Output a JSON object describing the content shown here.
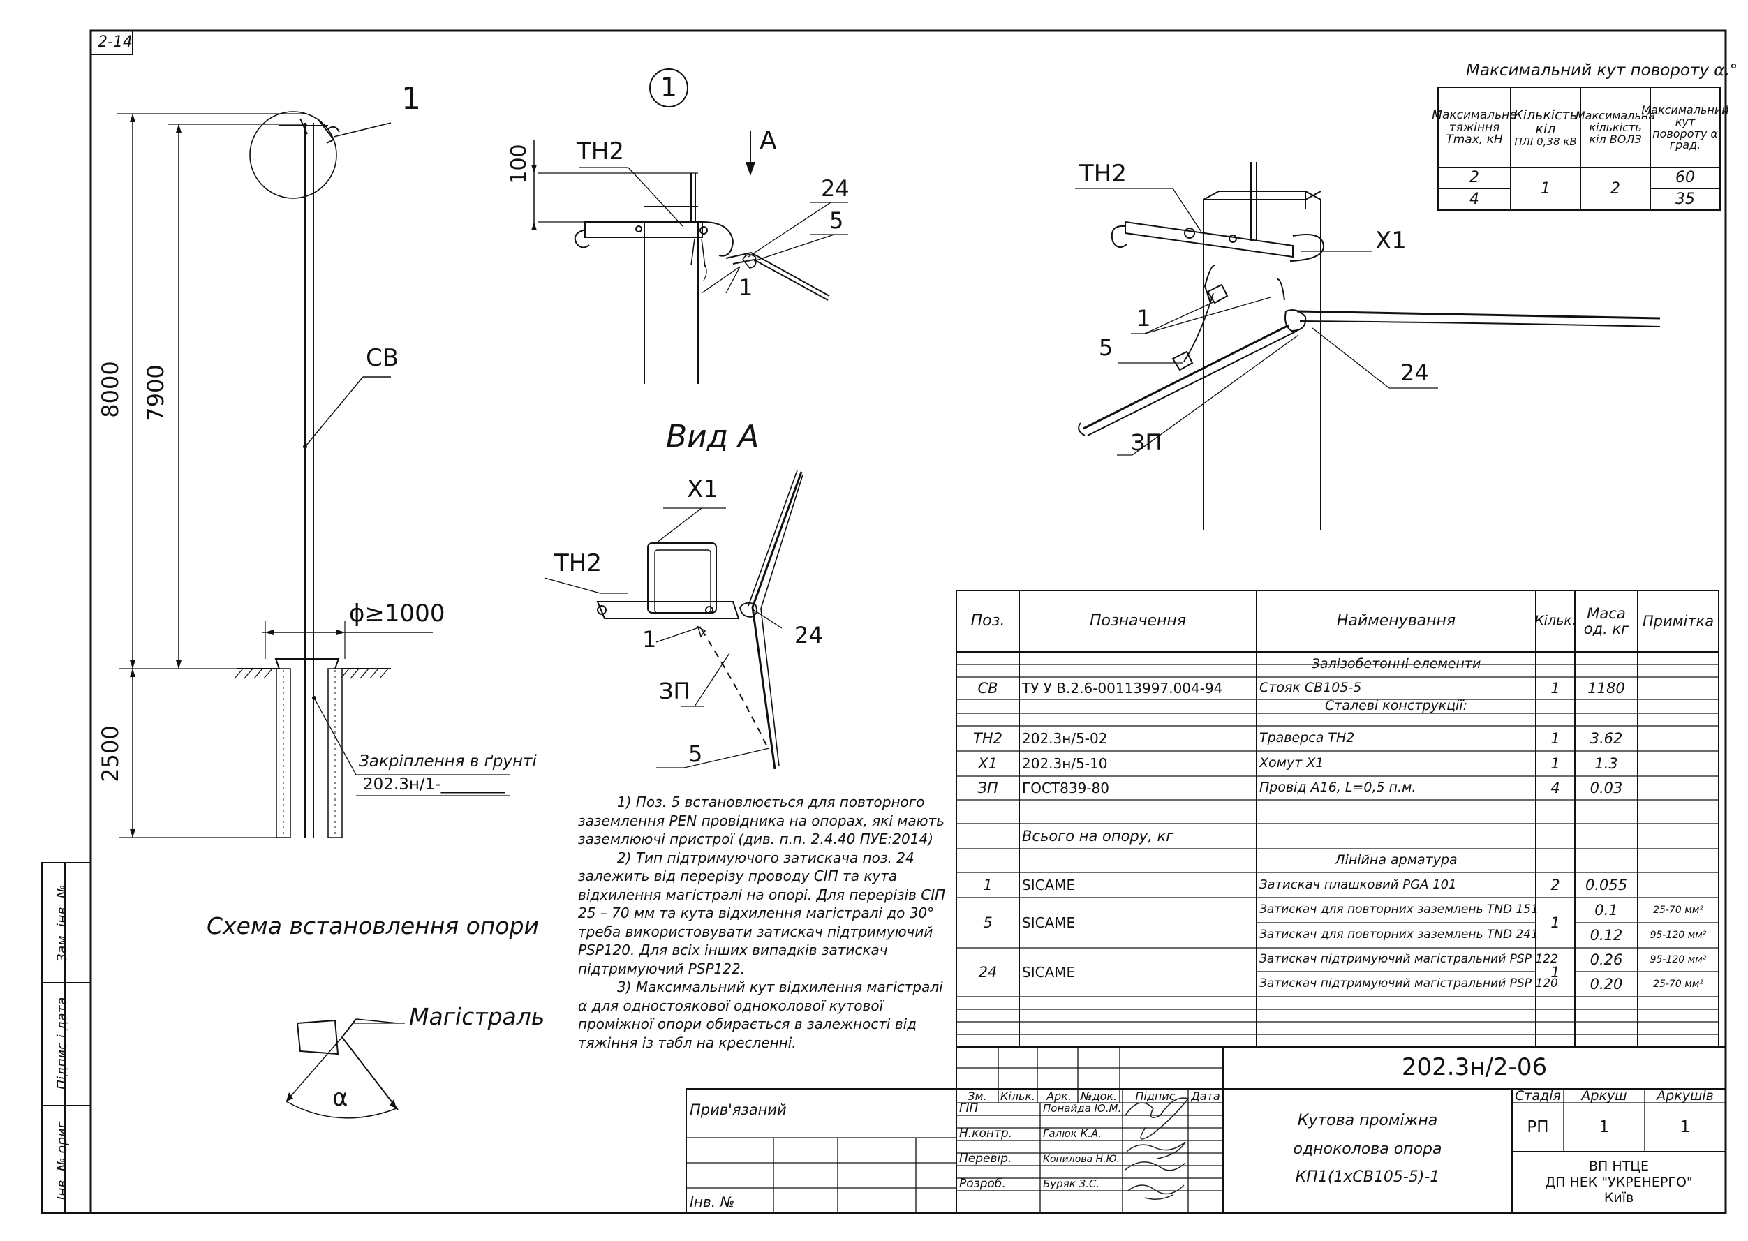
{
  "sheet_id": "2-14",
  "left_drawing": {
    "callout_1": "1",
    "dim_8000": "8000",
    "dim_7900": "7900",
    "dim_2500": "2500",
    "label_sv": "СВ",
    "diameter": "ϕ≥1000",
    "anchoring_label": "Закріплення в ґрунті",
    "anchoring_ref": "202.3н/1-________",
    "caption": "Схема встановлення опори",
    "main_line_label": "Магістраль",
    "alpha": "α"
  },
  "detail_1": {
    "circle_number": "1",
    "view_arrow": "А",
    "dim_100": "100",
    "th2": "ТН2",
    "pos_24": "24",
    "pos_5": "5",
    "pos_1": "1"
  },
  "view_a": {
    "title": "Вид А",
    "x1": "Х1",
    "th2": "ТН2",
    "pos_1": "1",
    "pos_24": "24",
    "zp": "ЗП",
    "pos_5": "5"
  },
  "iso_view": {
    "th2": "ТН2",
    "x1": "Х1",
    "pos_1": "1",
    "pos_5": "5",
    "pos_24": "24",
    "zp": "ЗП"
  },
  "angle_table": {
    "title": "Максимальний кут повороту α,°",
    "headers": [
      "Максимальне тяжіння Тmax, кН",
      "Кількість кіл ПЛІ 0,38 кВ",
      "Максимальна кількість кіл ВОЛЗ",
      "Максимальний кут повороту α град."
    ],
    "header_lines": [
      [
        "Максимальне",
        "тяжіння",
        "Тmax, кН"
      ],
      [
        "Кількість",
        "кіл",
        "ПЛІ 0,38 кВ"
      ],
      [
        "Максимальна",
        "кількість",
        "кіл ВОЛЗ"
      ],
      [
        "Максимальний",
        "кут",
        "повороту α",
        "град."
      ]
    ],
    "rows": [
      {
        "tension": "2",
        "circuits": "1",
        "fiber": "2",
        "angle": "60"
      },
      {
        "tension": "4",
        "circuits": "",
        "fiber": "",
        "angle": "35"
      }
    ]
  },
  "notes": [
    "1) Поз. 5 встановлюється для повторного заземлення PEN провідника на опорах, які мають заземлюючі пристрої (див. п.п. 2.4.40 ПУЕ:2014)",
    "2) Тип підтримуючого затискача поз. 24 залежить від перерізу проводу СІП та кута відхилення магістралі на опорі. Для перерізів СІП 25 – 70 мм та кута відхилення магістралі до 30° треба використовувати затискач підтримуючий PSP120. Для всіх інших випадків затискач підтримуючий PSP122.",
    "3) Максимальний кут відхилення магістралі α для одностоякової одноколової кутової проміжної опори обирається в залежності від тяжіння із табл на кресленні."
  ],
  "spec_table": {
    "headers": {
      "pos": "Поз.",
      "designation": "Позначення",
      "name": "Найменування",
      "qty": "Кільк.",
      "mass": "Маса од. кг",
      "mass_l1": "Маса",
      "mass_l2": "од. кг",
      "note": "Примітка"
    },
    "section_concrete": "Залізобетонні елементи",
    "section_steel": "Сталеві конструкції:",
    "section_fittings": "Лінійна арматура",
    "rows_concrete": [
      {
        "pos": "СВ",
        "designation": "ТУ У В.2.6-00113997.004-94",
        "name": "Стояк СВ105-5",
        "qty": "1",
        "mass": "1180",
        "note": ""
      }
    ],
    "rows_steel": [
      {
        "pos": "ТН2",
        "designation": "202.3н/5-02",
        "name": "Траверса ТН2",
        "qty": "1",
        "mass": "3.62",
        "note": ""
      },
      {
        "pos": "Х1",
        "designation": "202.3н/5-10",
        "name": "Хомут Х1",
        "qty": "1",
        "mass": "1.3",
        "note": ""
      },
      {
        "pos": "ЗП",
        "designation": "ГОСТ839-80",
        "name": "Провід А16, L=0,5 п.м.",
        "qty": "4",
        "mass": "0.03",
        "note": ""
      }
    ],
    "total_label": "Всього на опору, кг",
    "rows_fittings": [
      {
        "pos": "1",
        "designation": "SICAME",
        "name": "Затискач плашковий PGA 101",
        "qty": "2",
        "mass": "0.055",
        "note": ""
      },
      {
        "pos": "5",
        "designation": "SICAME",
        "name": "Затискач для повторних заземлень TND 151",
        "qty": "1",
        "mass": "0.1",
        "note": "25-70 мм²"
      },
      {
        "pos": "",
        "designation": "",
        "name": "Затискач для повторних заземлень TND 241",
        "qty": "",
        "mass": "0.12",
        "note": "95-120 мм²"
      },
      {
        "pos": "24",
        "designation": "SICAME",
        "name": "Затискач підтримуючий магістральний PSP 122",
        "qty": "1",
        "mass": "0.26",
        "note": "95-120 мм²"
      },
      {
        "pos": "",
        "designation": "",
        "name": "Затискач підтримуючий магістральний PSP 120",
        "qty": "",
        "mass": "0.20",
        "note": "25-70 мм²"
      }
    ]
  },
  "title_block": {
    "doc_number": "202.3н/2-06",
    "linked": "Прив'язаний",
    "inv_no": "Інв. №",
    "col_headers": [
      "Зм.",
      "Кільк.",
      "Арк.",
      "№док.",
      "Підпис",
      "Дата"
    ],
    "roles": [
      {
        "role": "ГІП",
        "name": "Понайда Ю.М."
      },
      {
        "role": "Н.контр.",
        "name": "Галюк К.А."
      },
      {
        "role": "Перевір.",
        "name": "Копилова Н.Ю."
      },
      {
        "role": "Розроб.",
        "name": "Буряк З.С."
      }
    ],
    "drawing_title_lines": [
      "Кутова проміжна",
      "одноколова опора",
      "КП1(1хСВ105-5)-1"
    ],
    "stage_label": "Стадія",
    "sheet_label": "Аркуш",
    "sheets_label": "Аркушів",
    "stage": "РП",
    "sheet": "1",
    "sheets": "1",
    "org_lines": [
      "ВП НТЦЕ",
      "ДП НЕК \"УКРЕНЕРГО\"",
      "Київ"
    ]
  },
  "side_stamp": {
    "orig_inv": "Інв. № ориг.",
    "signature_date": "Підпис і дата",
    "replace_inv": "Зам. інв. №"
  }
}
